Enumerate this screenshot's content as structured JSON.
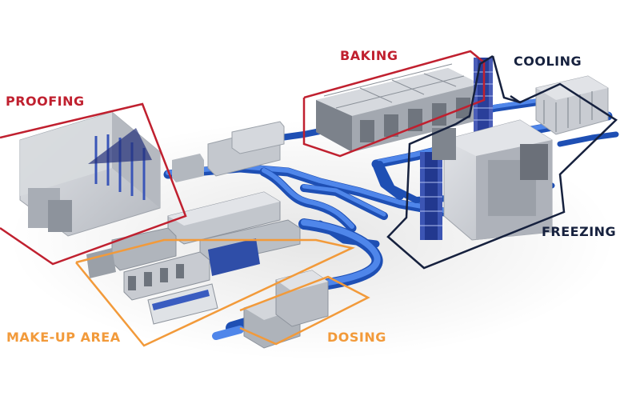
{
  "zones": {
    "proofing": {
      "label": "PROOFING",
      "color": "#c0202f"
    },
    "baking": {
      "label": "BAKING",
      "color": "#c0202f"
    },
    "cooling": {
      "label": "COOLING",
      "color": "#16213e"
    },
    "freezing": {
      "label": "FREEZING",
      "color": "#16213e"
    },
    "makeup": {
      "label": "MAKE-UP AREA",
      "color": "#f29a3a"
    },
    "dosing": {
      "label": "DOSING",
      "color": "#f29a3a"
    }
  },
  "colors": {
    "conveyor": "#2f66d6",
    "machine_light": "#d9dce1",
    "machine_mid": "#b9bec6",
    "machine_dark": "#8d939c",
    "glass": "#c9ccd2"
  }
}
